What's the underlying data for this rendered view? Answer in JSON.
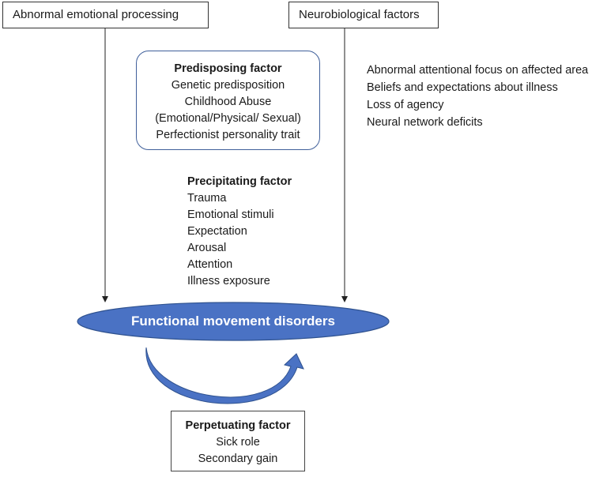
{
  "boxes": {
    "emotional": "Abnormal emotional processing",
    "neurobiological": "Neurobiological factors"
  },
  "predisposing": {
    "title": "Predisposing factor",
    "items": [
      "Genetic predisposition",
      "Childhood Abuse",
      "(Emotional/Physical/ Sexual)",
      "Perfectionist personality trait"
    ]
  },
  "neuro_items": [
    "Abnormal attentional focus on affected area",
    "Beliefs and expectations about illness",
    "Loss of agency",
    "Neural network deficits"
  ],
  "precipitating": {
    "title": "Precipitating factor",
    "items": [
      "Trauma",
      "Emotional stimuli",
      "Expectation",
      "Arousal",
      "Attention",
      "Illness exposure"
    ]
  },
  "center": {
    "label": "Functional movement disorders"
  },
  "perpetuating": {
    "title": "Perpetuating factor",
    "items": [
      "Sick role",
      "Secondary gain"
    ]
  },
  "colors": {
    "ellipse": "#4a72c4",
    "ellipse_edge": "#2f528f",
    "arc": "#4a72c4"
  }
}
